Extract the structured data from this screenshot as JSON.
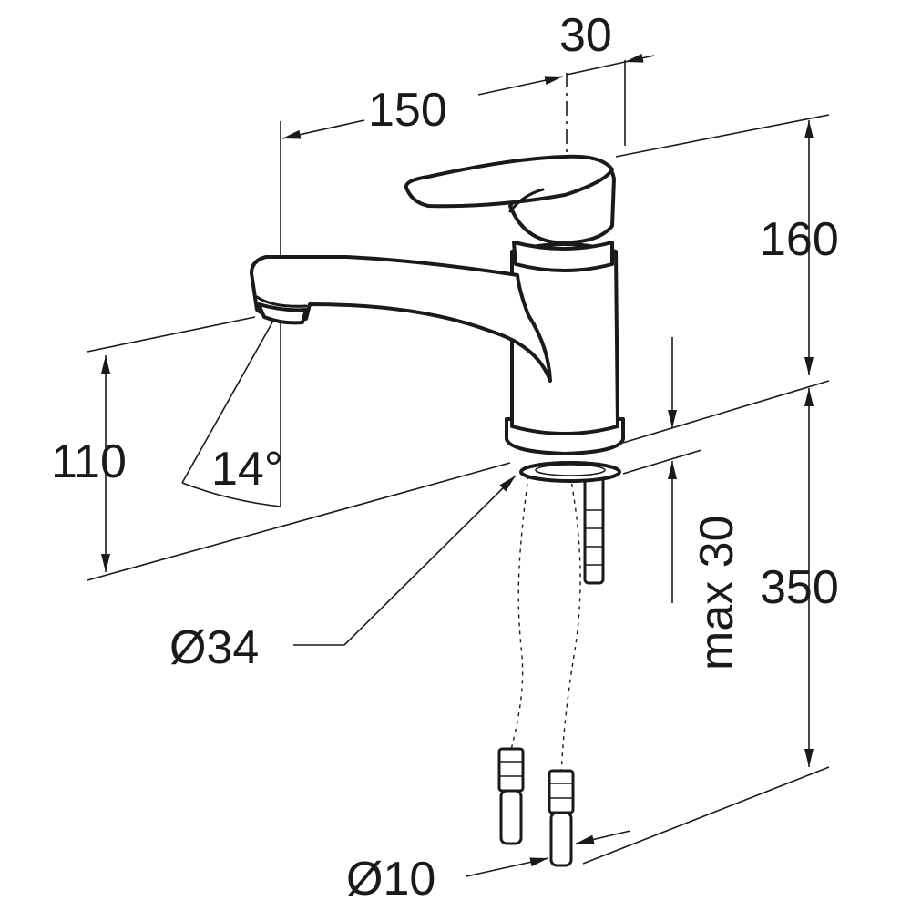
{
  "dimensions": {
    "handle_offset": "30",
    "spout_reach": "150",
    "handle_height": "160",
    "spout_height": "110",
    "spout_angle": "14°",
    "base_diameter": "Ø34",
    "deck_thickness": "max 30",
    "hose_length": "350",
    "hose_diameter": "Ø10"
  },
  "colors": {
    "line": "#1a1a1a",
    "background": "#ffffff"
  }
}
